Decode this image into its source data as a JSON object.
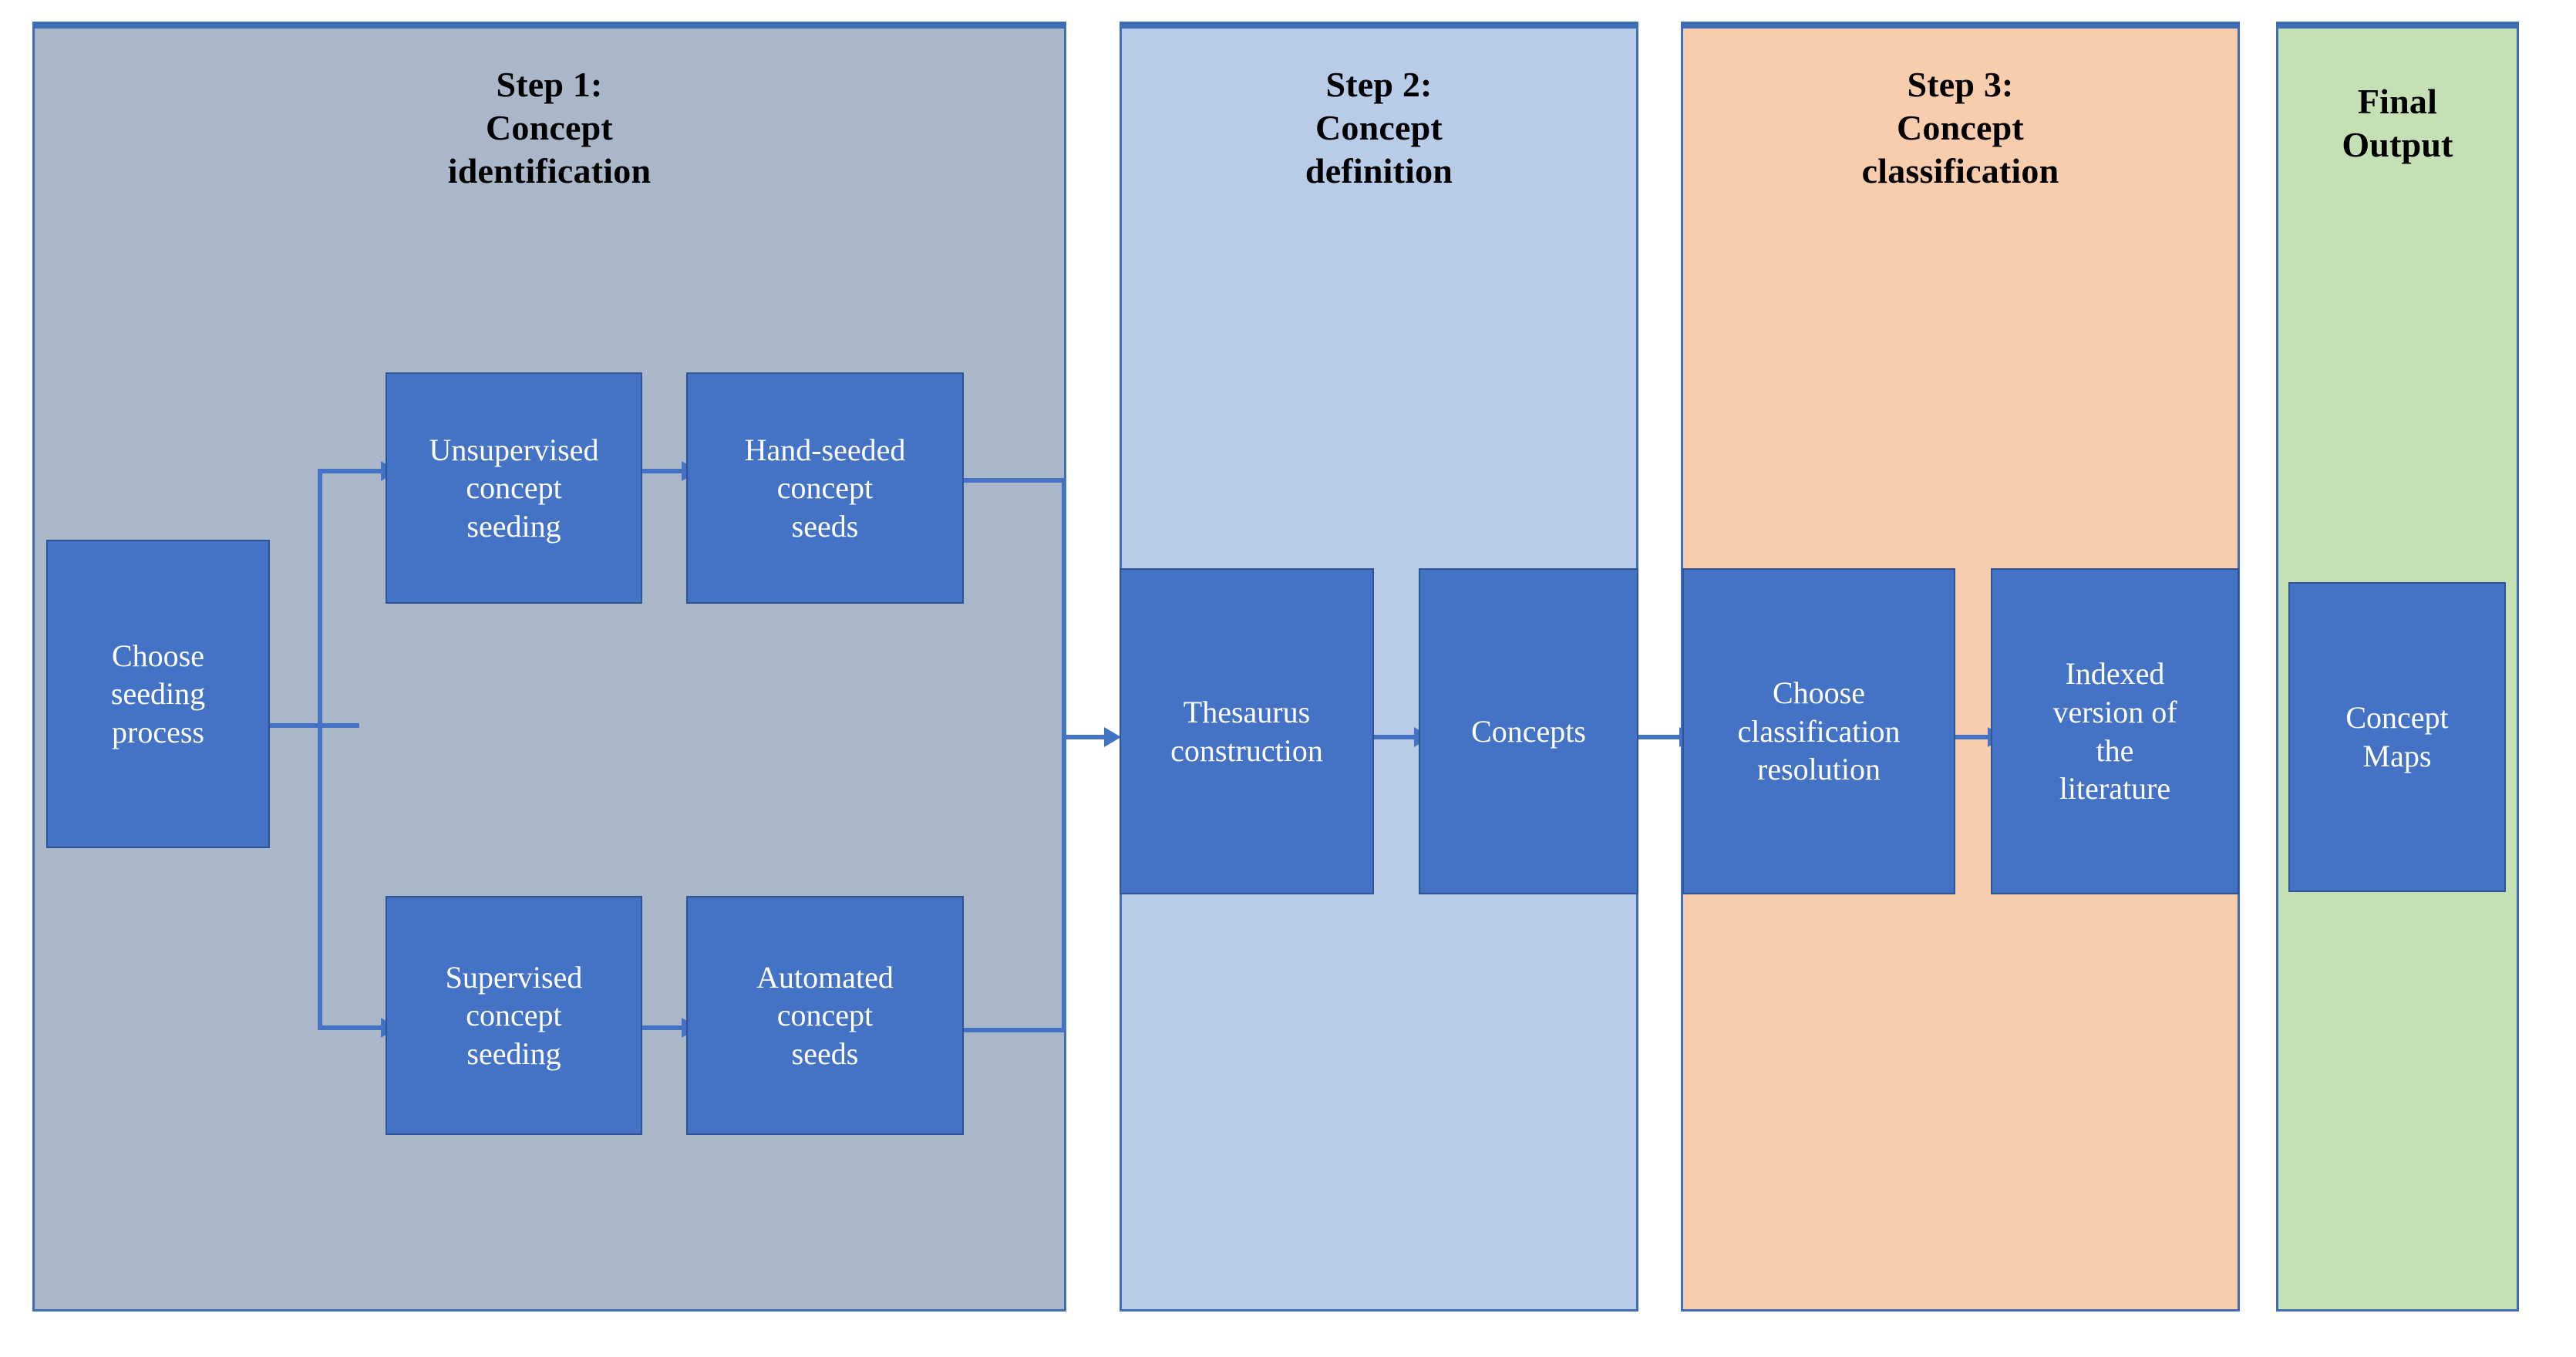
{
  "diagram": {
    "type": "flowchart",
    "orientation": "left-to-right",
    "background_color": "#ffffff",
    "node_fill_color": "#4472c4",
    "node_border_color": "#2f5496",
    "node_text_color": "#ffffff",
    "connector_color": "#4472c4",
    "panel_border_color": "#3f6eb5"
  },
  "panels": [
    {
      "id": "step1",
      "title": "Step 1:\nConcept\nidentification",
      "fill_color": "#aab7c9"
    },
    {
      "id": "step2",
      "title": "Step 2:\nConcept\ndefinition",
      "fill_color": "#b8cce8"
    },
    {
      "id": "step3",
      "title": "Step 3:\nConcept\nclassification",
      "fill_color": "#f8cdae"
    },
    {
      "id": "final",
      "title": "Final\nOutput",
      "fill_color": "#c5e0b4"
    }
  ],
  "nodes": [
    {
      "id": "choose-seeding-process",
      "label": "Choose\nseeding\nprocess",
      "panel": "step1"
    },
    {
      "id": "unsupervised-seeding",
      "label": "Unsupervised\nconcept\nseeding",
      "panel": "step1"
    },
    {
      "id": "hand-seeded-seeds",
      "label": "Hand-seeded\nconcept\nseeds",
      "panel": "step1"
    },
    {
      "id": "supervised-seeding",
      "label": "Supervised\nconcept\nseeding",
      "panel": "step1"
    },
    {
      "id": "automated-seeds",
      "label": "Automated\nconcept\nseeds",
      "panel": "step1"
    },
    {
      "id": "thesaurus-construction",
      "label": "Thesaurus\nconstruction",
      "panel": "step2"
    },
    {
      "id": "concepts",
      "label": "Concepts",
      "panel": "step2"
    },
    {
      "id": "choose-classification-res",
      "label": "Choose\nclassification\nresolution",
      "panel": "step3"
    },
    {
      "id": "indexed-literature",
      "label": "Indexed\nversion of\nthe\nliterature",
      "panel": "step3"
    },
    {
      "id": "concept-maps",
      "label": "Concept\nMaps",
      "panel": "final"
    }
  ],
  "edges": [
    {
      "from": "choose-seeding-process",
      "to": "unsupervised-seeding"
    },
    {
      "from": "choose-seeding-process",
      "to": "supervised-seeding"
    },
    {
      "from": "unsupervised-seeding",
      "to": "hand-seeded-seeds"
    },
    {
      "from": "supervised-seeding",
      "to": "automated-seeds"
    },
    {
      "from": "hand-seeded-seeds",
      "to": "thesaurus-construction"
    },
    {
      "from": "automated-seeds",
      "to": "thesaurus-construction"
    },
    {
      "from": "thesaurus-construction",
      "to": "concepts"
    },
    {
      "from": "concepts",
      "to": "choose-classification-res"
    },
    {
      "from": "choose-classification-res",
      "to": "indexed-literature"
    }
  ]
}
